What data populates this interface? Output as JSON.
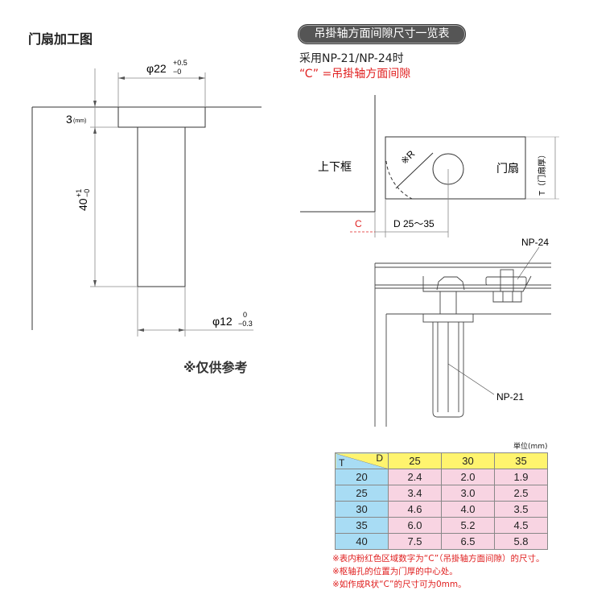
{
  "left": {
    "title": "门扇加工图",
    "dim_head_dia": "φ22",
    "dim_head_tol_upper": "+0.5",
    "dim_head_tol_lower": "−0",
    "dim_head_thickness": "3",
    "dim_unit": "(mm)",
    "dim_depth": "40",
    "dim_depth_tol_upper": "+1",
    "dim_depth_tol_lower": "−0",
    "dim_shank_dia": "φ12",
    "dim_shank_tol_upper": "0",
    "dim_shank_tol_lower": "−0.3",
    "reference_note": "※仅供参考"
  },
  "right": {
    "badge": "吊掛轴方面间隙尺寸一览表",
    "subtitle": "采用NP-21/NP-24时",
    "subtitle_red": "“C” =吊掛轴方面间隙",
    "frame_label": "上下框",
    "door_label": "门扇",
    "radius_label": "※R",
    "thickness_label": "T（门扇厚）",
    "c_label": "C",
    "d_label": "D 25～35",
    "np24": "NP-24",
    "np21": "NP-21"
  },
  "table": {
    "unit": "単位(mm)",
    "corner_t": "T",
    "corner_d": "D",
    "columns": [
      "25",
      "30",
      "35"
    ],
    "rows": [
      {
        "t": "20",
        "values": [
          "2.4",
          "2.0",
          "1.9"
        ]
      },
      {
        "t": "25",
        "values": [
          "3.4",
          "3.0",
          "2.5"
        ]
      },
      {
        "t": "30",
        "values": [
          "4.6",
          "4.0",
          "3.5"
        ]
      },
      {
        "t": "35",
        "values": [
          "6.0",
          "5.2",
          "4.5"
        ]
      },
      {
        "t": "40",
        "values": [
          "7.5",
          "6.5",
          "5.8"
        ]
      }
    ],
    "notes": [
      "※表内粉红色区域数字为“C”（吊掛轴方面间隙）的尺寸。",
      "※枢轴孔的位置为门厚的中心处。",
      "※如作成R状“C”的尺寸可为0mm。"
    ]
  },
  "colors": {
    "red": "#e02020",
    "header_yellow": "#fff46e",
    "t_blue": "#a8dcf4",
    "value_pink": "#f8d4e2"
  }
}
